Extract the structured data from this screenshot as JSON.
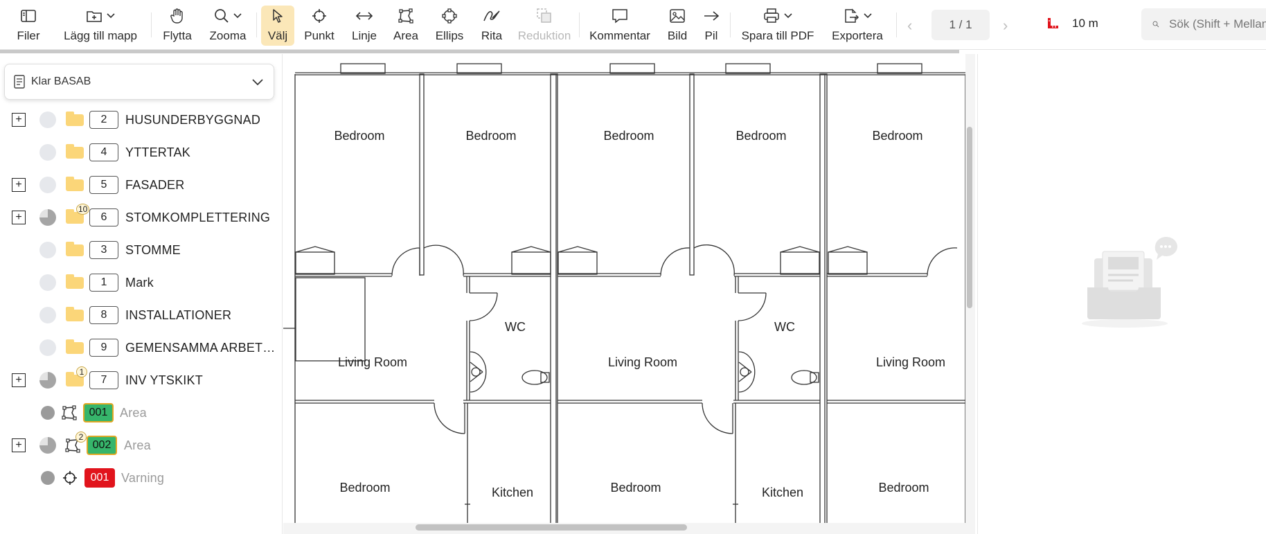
{
  "toolbar": {
    "items": [
      {
        "label": "Filer",
        "icon": "sidebar-toggle-icon"
      },
      {
        "label": "Lägg till mapp",
        "icon": "add-folder-icon"
      },
      {
        "label": "Flytta",
        "icon": "hand-icon"
      },
      {
        "label": "Zooma",
        "icon": "zoom-icon"
      },
      {
        "label": "Välj",
        "icon": "cursor-icon"
      },
      {
        "label": "Punkt",
        "icon": "crosshair-icon"
      },
      {
        "label": "Linje",
        "icon": "line-arrow-icon"
      },
      {
        "label": "Area",
        "icon": "polygon-icon"
      },
      {
        "label": "Ellips",
        "icon": "ellipse-icon"
      },
      {
        "label": "Rita",
        "icon": "pen-icon"
      },
      {
        "label": "Reduktion",
        "icon": "reduction-icon"
      },
      {
        "label": "Kommentar",
        "icon": "comment-icon"
      },
      {
        "label": "Bild",
        "icon": "image-icon"
      },
      {
        "label": "Pil",
        "icon": "arrow-icon"
      },
      {
        "label": "Spara till PDF",
        "icon": "printer-icon"
      },
      {
        "label": "Exportera",
        "icon": "export-icon"
      }
    ],
    "page_indicator": "1 / 1",
    "scale_value": "10 m",
    "search_placeholder": "Sök (Shift + Mellanslag)"
  },
  "left_panel": {
    "dropdown_value": "Klar BASAB",
    "tree": [
      {
        "number": "2",
        "label": "HUSUNDERBYGGNAD",
        "expandable": true,
        "status": "empty"
      },
      {
        "number": "4",
        "label": "YTTERTAK",
        "expandable": false,
        "status": "empty"
      },
      {
        "number": "5",
        "label": "FASADER",
        "expandable": true,
        "status": "empty"
      },
      {
        "number": "6",
        "label": "STOMKOMPLETTERING",
        "expandable": true,
        "status": "partial",
        "count": "10"
      },
      {
        "number": "3",
        "label": "STOMME",
        "expandable": false,
        "status": "empty"
      },
      {
        "number": "1",
        "label": "Mark",
        "expandable": false,
        "status": "empty"
      },
      {
        "number": "8",
        "label": "INSTALLATIONER",
        "expandable": false,
        "status": "empty"
      },
      {
        "number": "9",
        "label": "GEMENSAMMA ARBET…",
        "expandable": false,
        "status": "empty"
      },
      {
        "number": "7",
        "label": "INV YTSKIKT",
        "expandable": true,
        "status": "partial",
        "count": "1"
      }
    ],
    "items": [
      {
        "tag": "001",
        "label": "Area",
        "tag_color": "#36b56b",
        "icon": "polygon-icon"
      },
      {
        "tag": "002",
        "label": "Area",
        "tag_color": "#36b56b",
        "icon": "polygon-icon",
        "count": "2"
      },
      {
        "tag": "001",
        "label": "Varning",
        "tag_color": "#e1141c",
        "icon": "crosshair-icon"
      }
    ]
  },
  "floorplan": {
    "rooms": [
      "Bedroom",
      "Bedroom",
      "Bedroom",
      "Bedroom",
      "Bedroom",
      "WC",
      "WC",
      "Living Room",
      "Living Room",
      "Living Room",
      "Bedroom",
      "Kitchen",
      "Bedroom",
      "Kitchen",
      "Bedroom"
    ]
  },
  "colors": {
    "active_tool": "#fbe7b8",
    "folder": "#fbd679",
    "tag_green": "#36b56b",
    "tag_red": "#e1141c"
  }
}
